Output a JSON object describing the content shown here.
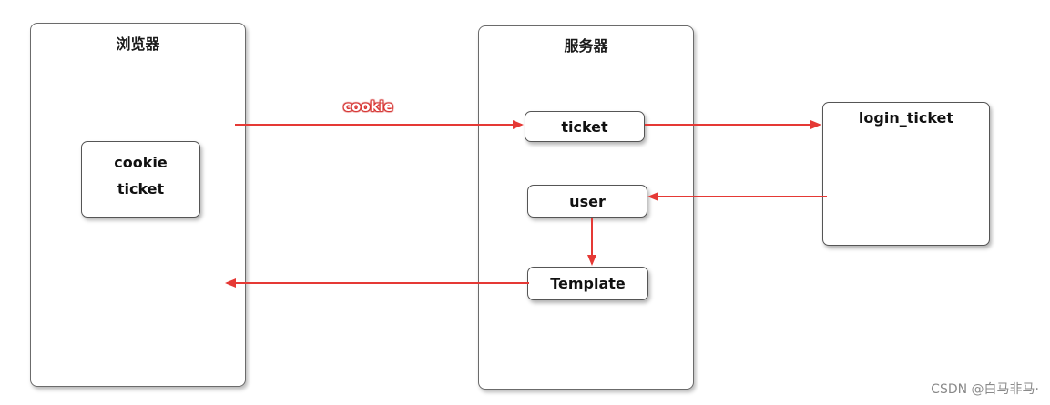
{
  "panels": {
    "browser": {
      "title": "浏览器"
    },
    "server": {
      "title": "服务器"
    }
  },
  "boxes": {
    "browser_store": {
      "lines": [
        "cookie",
        "ticket"
      ]
    },
    "ticket": "ticket",
    "user": "user",
    "template": "Template",
    "login_ticket": "login_ticket"
  },
  "edges": [
    {
      "from": "browser",
      "to": "ticket",
      "label": "cookie"
    },
    {
      "from": "ticket",
      "to": "login_ticket",
      "label": ""
    },
    {
      "from": "login_ticket",
      "to": "user",
      "label": ""
    },
    {
      "from": "user",
      "to": "template",
      "label": ""
    },
    {
      "from": "template",
      "to": "browser",
      "label": ""
    }
  ],
  "colors": {
    "arrow": "#e53935",
    "border": "#555555"
  },
  "watermark": "CSDN @白马非马·"
}
